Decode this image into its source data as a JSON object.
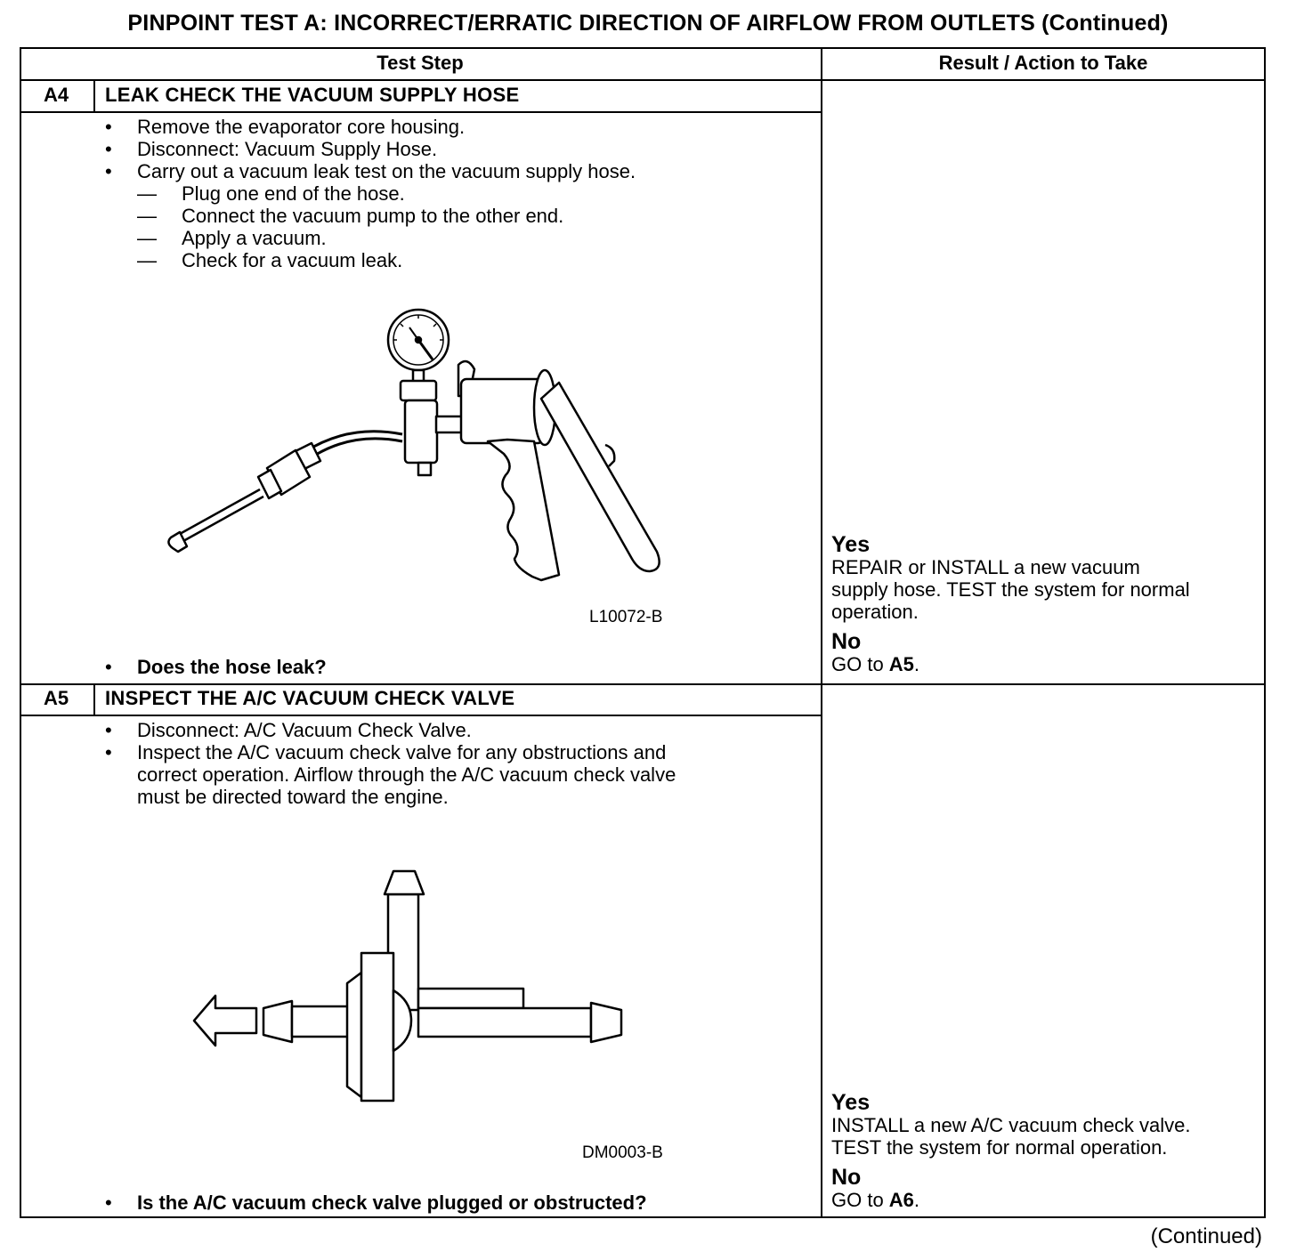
{
  "page": {
    "title": "PINPOINT TEST A: INCORRECT/ERRATIC DIRECTION OF AIRFLOW FROM OUTLETS (Continued)",
    "footer": "(Continued)"
  },
  "table": {
    "headers": {
      "test_step": "Test Step",
      "result": "Result / Action to Take"
    },
    "steps": [
      {
        "id": "A4",
        "title": "LEAK CHECK THE VACUUM SUPPLY HOSE",
        "bullets": [
          "Remove the evaporator core housing.",
          "Disconnect: Vacuum Supply Hose.",
          "Carry out a vacuum leak test on the vacuum supply hose."
        ],
        "sub_items": [
          "Plug one end of the hose.",
          "Connect the vacuum pump to the other end.",
          "Apply a vacuum.",
          "Check for a vacuum leak."
        ],
        "figure_id": "L10072-B",
        "question": "Does the hose leak?",
        "yes_label": "Yes",
        "yes_lines": [
          "REPAIR or INSTALL a new vacuum",
          "supply hose. TEST the system for normal",
          "operation."
        ],
        "no_label": "No",
        "no_prefix": "GO to ",
        "no_target": "A5",
        "no_suffix": "."
      },
      {
        "id": "A5",
        "title": "INSPECT THE A/C VACUUM CHECK VALVE",
        "bullets": [
          "Disconnect: A/C Vacuum Check Valve."
        ],
        "bullet2_lines": [
          "Inspect the A/C vacuum check valve for any obstructions and",
          "correct operation. Airflow through the A/C vacuum check valve",
          "must be directed toward the engine."
        ],
        "figure_id": "DM0003-B",
        "question": "Is the A/C vacuum check valve plugged or obstructed?",
        "yes_label": "Yes",
        "yes_lines": [
          "INSTALL a new A/C vacuum check valve.",
          "TEST the system for normal operation."
        ],
        "no_label": "No",
        "no_prefix": "GO to ",
        "no_target": "A6",
        "no_suffix": "."
      }
    ]
  },
  "glyphs": {
    "bullet": "•",
    "dash": "—"
  },
  "icons": {
    "figure_a4": "vacuum-pump-illustration",
    "figure_a5": "check-valve-illustration"
  }
}
